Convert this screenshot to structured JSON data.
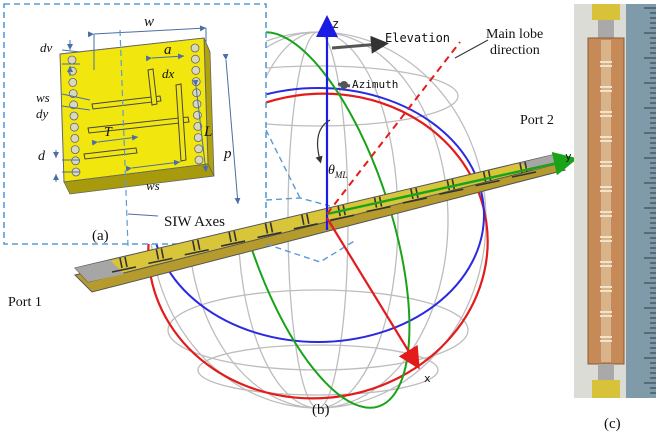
{
  "panel_a": {
    "label": "(a)",
    "dims": {
      "w": "w",
      "a": "a",
      "dv": "dv",
      "dx": "dx",
      "ws_left": "ws",
      "dy": "dy",
      "d": "d",
      "T": "T",
      "L": "L",
      "p": "p",
      "ws_bottom": "ws"
    },
    "siw_axes": "SIW Axes",
    "colors": {
      "substrate": "#f2e60f",
      "dash": "#5b9bd5"
    }
  },
  "panel_b": {
    "label": "(b)",
    "axis_z": "z",
    "axis_y": "y",
    "axis_x": "x",
    "elevation": "Elevation",
    "azimuth": "Azimuth",
    "theta_main": "θ",
    "theta_sub": "ML",
    "main_lobe_line1": "Main lobe",
    "main_lobe_line2": "direction",
    "port1": "Port 1",
    "port2": "Port 2",
    "colors": {
      "red": "#e31b1b",
      "blue": "#2a2ae0",
      "green": "#19a319",
      "gray": "#b9b9b9"
    }
  },
  "panel_c": {
    "label": "(c)",
    "colors": {
      "board": "#c58a58",
      "ruler": "#7f9aa8"
    }
  }
}
